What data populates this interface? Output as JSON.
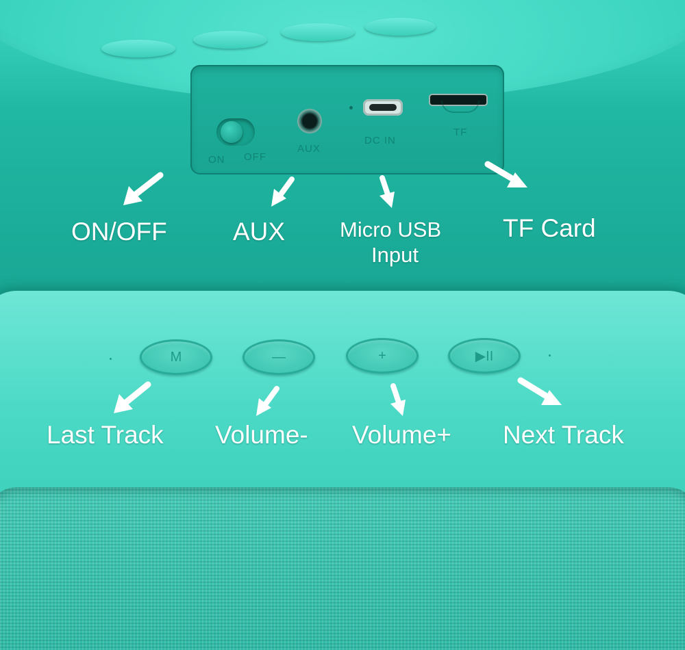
{
  "panel": {
    "switch_on": "ON",
    "switch_off": "OFF",
    "aux": "AUX",
    "dc_in": "DC  IN",
    "tf": "TF"
  },
  "callouts_top": {
    "on_off": "ON/OFF",
    "aux": "AUX",
    "micro_usb_line1": "Micro USB",
    "micro_usb_line2": "Input",
    "tf_card": "TF Card"
  },
  "buttons": {
    "mode": "M",
    "minus": "—",
    "plus": "+",
    "play_pause": "▶II"
  },
  "callouts_bottom": {
    "last_track": "Last Track",
    "volume_minus": "Volume-",
    "volume_plus": "Volume+",
    "next_track": "Next Track"
  },
  "colors": {
    "body": "#2cc6b0",
    "highlight": "#6fe6d6",
    "label": "#ffffff"
  }
}
